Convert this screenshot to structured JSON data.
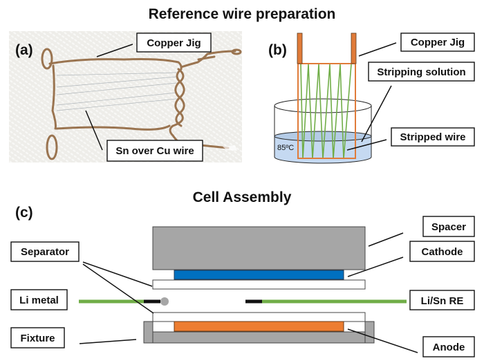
{
  "figure": {
    "title_top": "Reference wire preparation",
    "title_bottom": "Cell Assembly"
  },
  "panel_a": {
    "label": "(a)",
    "callouts": {
      "copper_jig": "Copper Jig",
      "sn_wire": "Sn over Cu wire"
    }
  },
  "panel_b": {
    "label": "(b)",
    "temperature": "85ºC",
    "callouts": {
      "copper_jig": "Copper Jig",
      "stripping_solution": "Stripping solution",
      "stripped_wire": "Stripped wire"
    }
  },
  "panel_c": {
    "label": "(c)",
    "callouts": {
      "separator": "Separator",
      "li_metal": "Li metal",
      "fixture": "Fixture",
      "spacer": "Spacer",
      "cathode": "Cathode",
      "li_sn_re": "Li/Sn RE",
      "anode": "Anode"
    }
  },
  "colors": {
    "copper": "#e07b39",
    "wire_green": "#70ad47",
    "cathode_blue": "#0070c0",
    "anode_orange": "#ed7d31",
    "spacer_gray": "#a6a6a6",
    "liquid_blue": "#c5d9f1",
    "photo_bg": "#ecebe7"
  }
}
